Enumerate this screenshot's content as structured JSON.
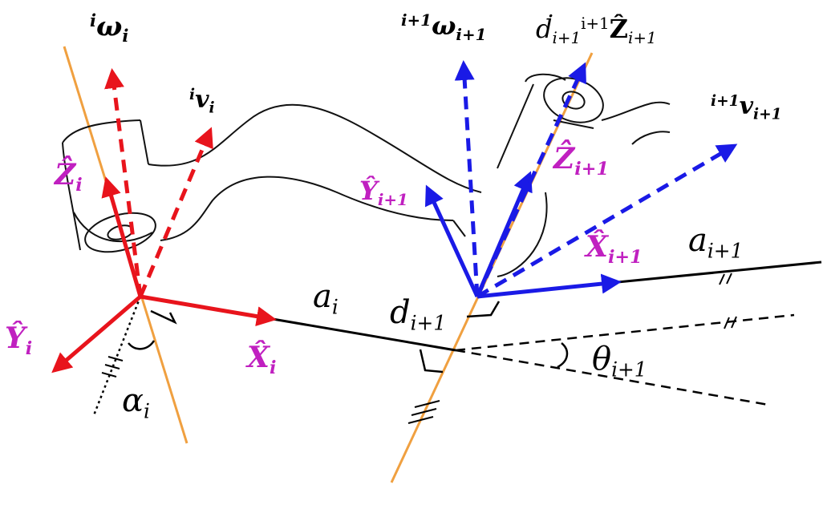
{
  "labels": {
    "omega_i": {
      "pre": "i",
      "main": "ω",
      "sub": "i"
    },
    "v_i": {
      "pre": "i",
      "main": "v",
      "sub": "i"
    },
    "omega_i1": {
      "pre": "i+1",
      "main": "ω",
      "sub": "i+1"
    },
    "ddot_z": {
      "main": "ḋ",
      "sub": "i+1",
      "pre2": "i+1",
      "main2": "Ẑ",
      "sub2": "i+1"
    },
    "v_i1": {
      "pre": "i+1",
      "main": "v",
      "sub": "i+1"
    },
    "z_i": {
      "main": "Ẑ",
      "sub": "i"
    },
    "y_i": {
      "main": "Ŷ",
      "sub": "i"
    },
    "x_i": {
      "main": "X̂",
      "sub": "i"
    },
    "y_i1": {
      "main": "Ŷ",
      "sub": "i+1"
    },
    "z_i1": {
      "main": "Ẑ",
      "sub": "i+1"
    },
    "x_i1": {
      "main": "X̂",
      "sub": "i+1"
    },
    "a_i": {
      "main": "a",
      "sub": "i"
    },
    "a_i1": {
      "main": "a",
      "sub": "i+1"
    },
    "d_i1": {
      "main": "d",
      "sub": "i+1"
    },
    "theta_i1": {
      "main": "θ",
      "sub": "i+1"
    },
    "alpha_i": {
      "main": "α",
      "sub": "i"
    }
  },
  "colors": {
    "frame_i": "#e8141c",
    "frame_i1": "#1a1ae6",
    "axis": "#f0a040",
    "label_magenta": "#c020c0",
    "line": "#000000"
  }
}
